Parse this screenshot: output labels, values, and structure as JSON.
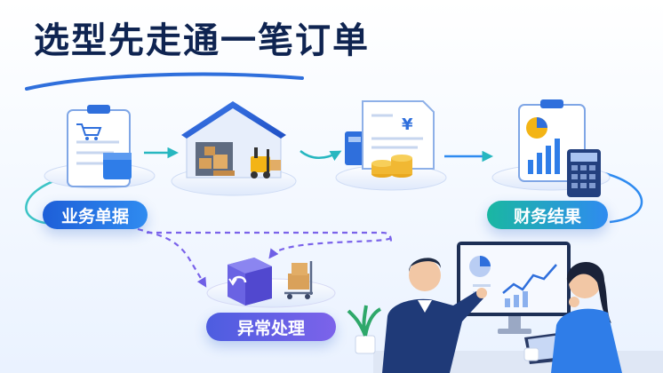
{
  "title": "选型先走通一笔订单",
  "labels": {
    "business_docs": "业务单据",
    "finance_results": "财务结果",
    "exception_handling": "异常处理"
  },
  "icons": {
    "clipboard": "clipboard-cart-icon",
    "warehouse": "warehouse-icon",
    "invoice": "invoice-yen-icon",
    "report": "chart-report-icon",
    "exception": "return-box-icon"
  },
  "colors": {
    "title": "#0f2451",
    "accent_blue": "#2f7de8",
    "accent_teal": "#1ab7a2",
    "accent_purple": "#6f5fe6"
  }
}
